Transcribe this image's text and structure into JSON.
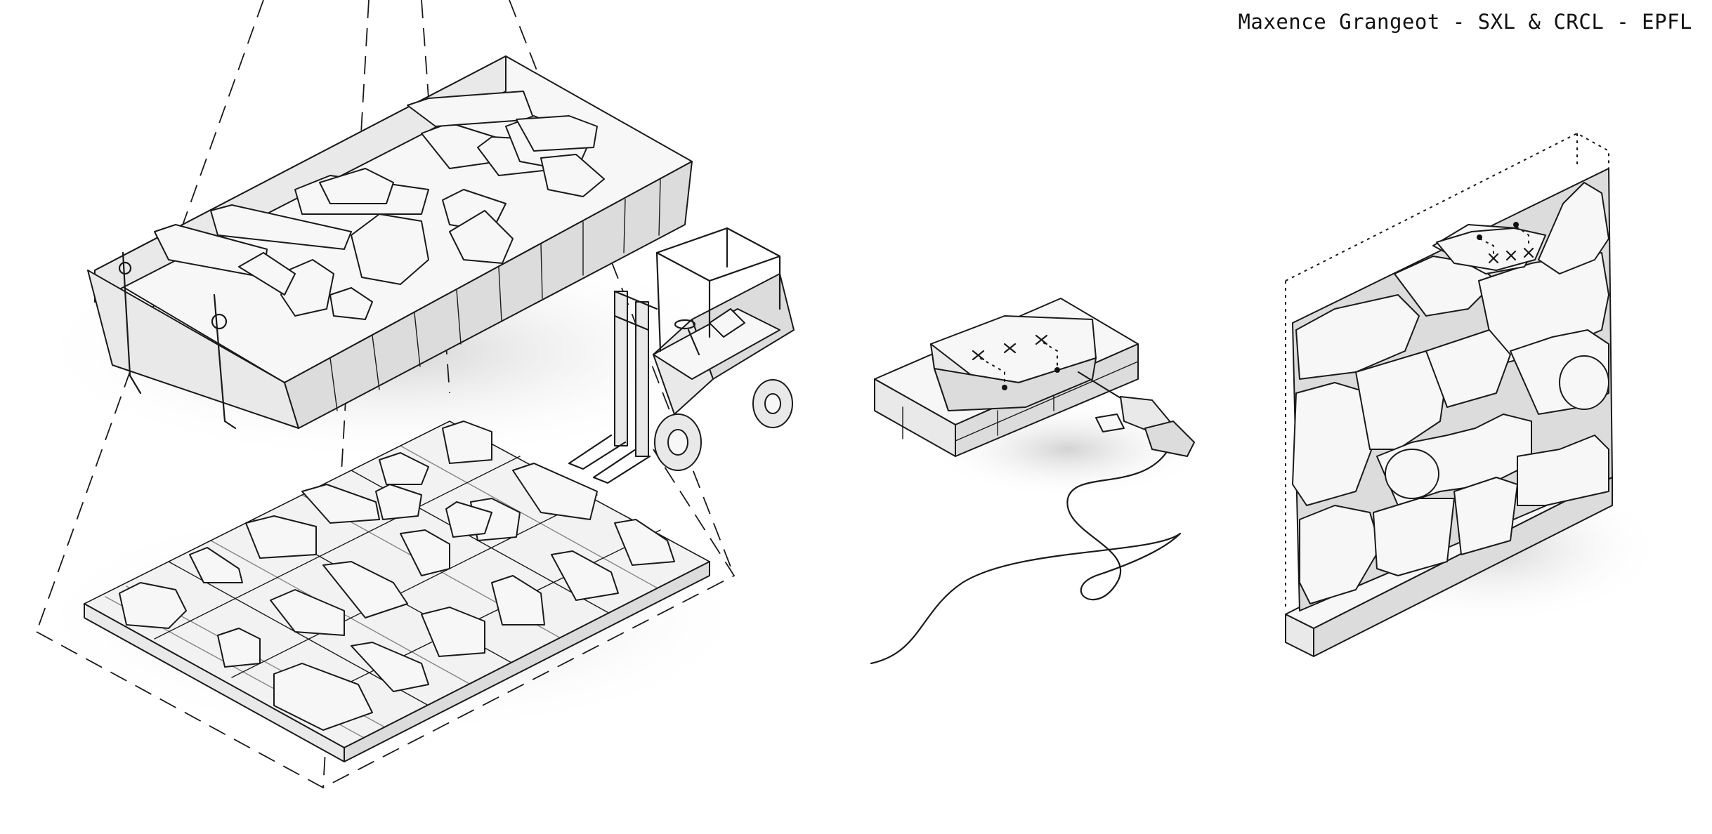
{
  "credit": "Maxence Grangeot - SXL & CRCL - EPFL",
  "icons": [
    "skip-container",
    "forklift",
    "pallet-grid",
    "stone-block",
    "drill",
    "stone-wall"
  ]
}
